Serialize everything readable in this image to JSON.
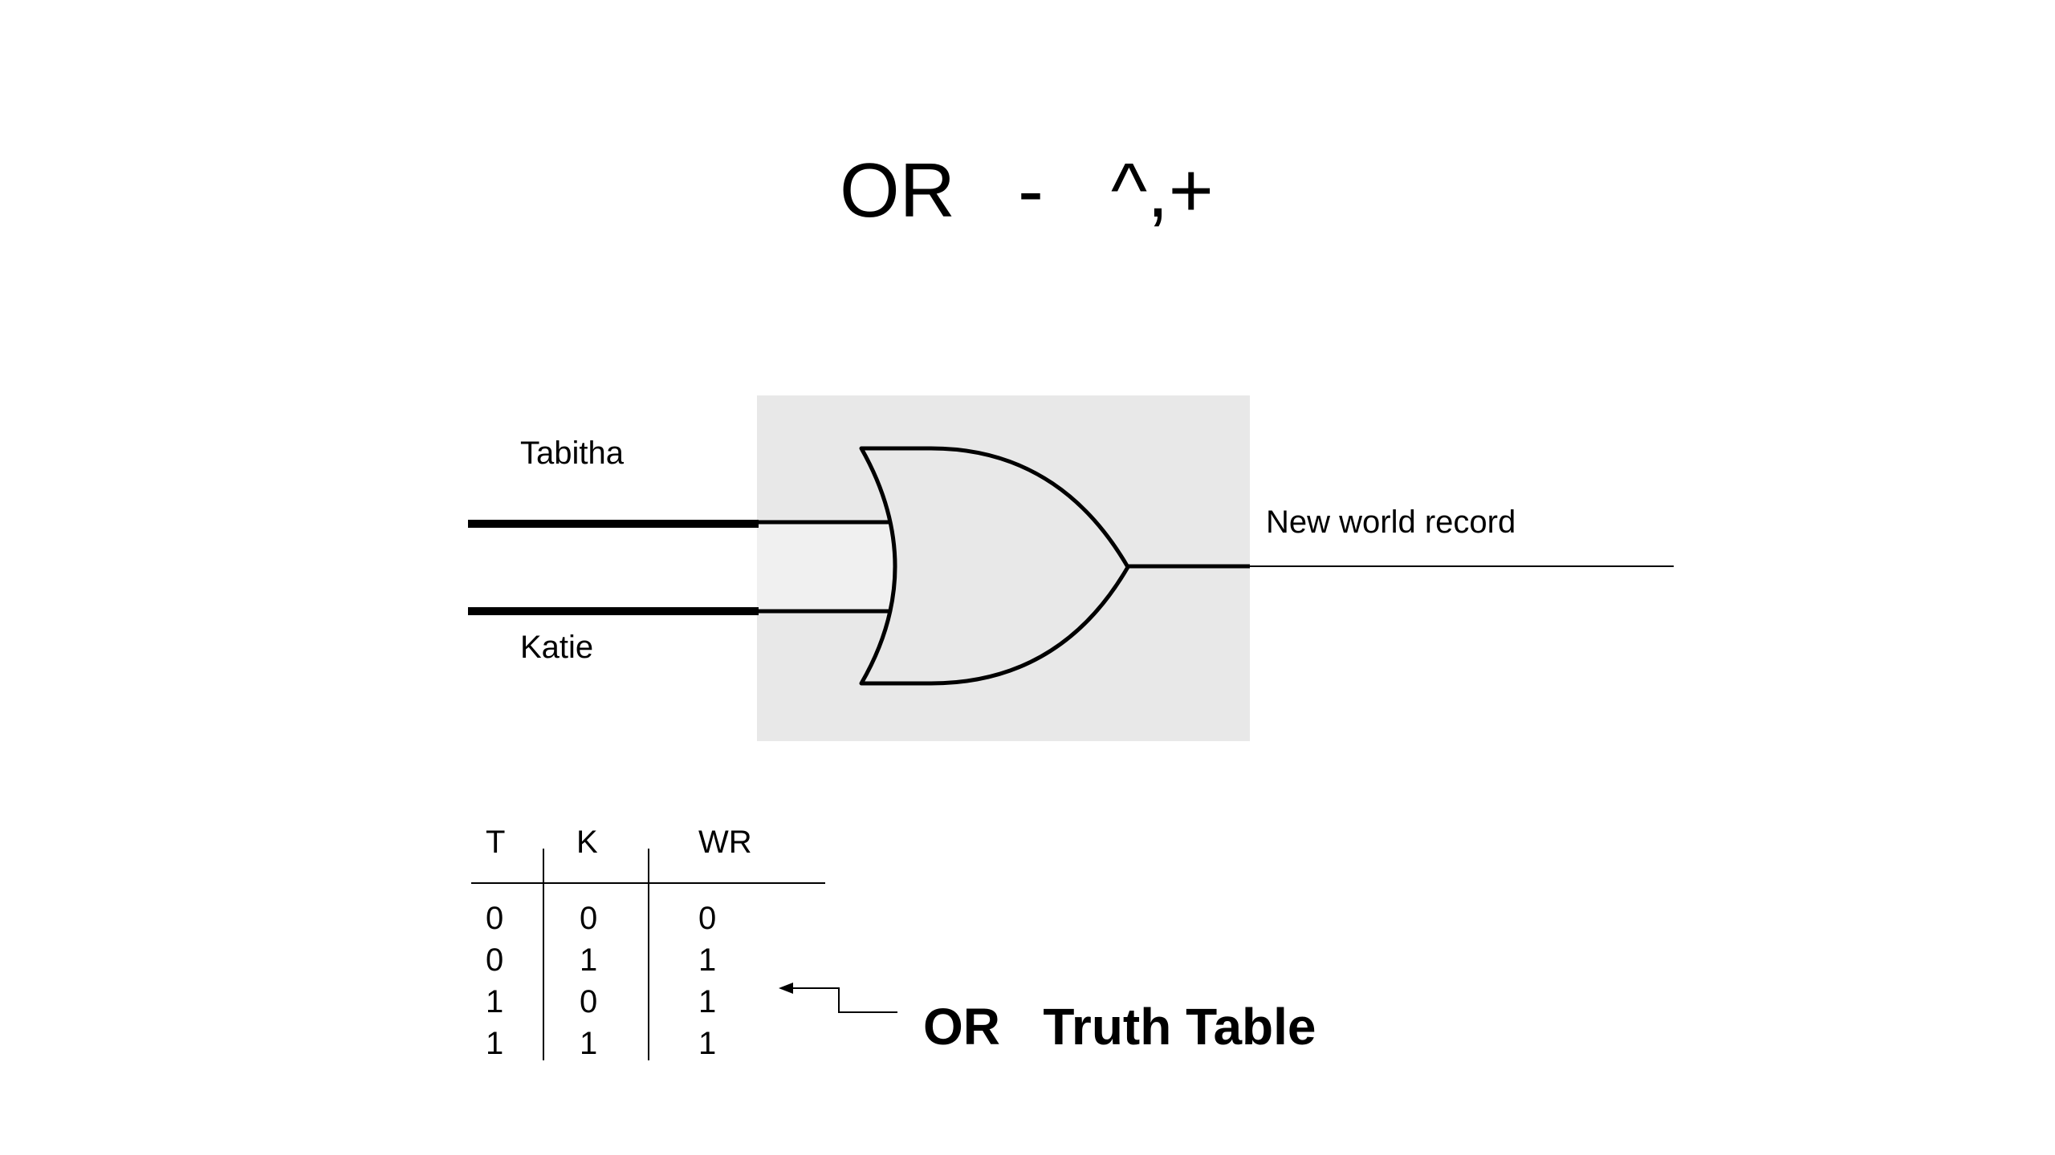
{
  "title": {
    "gate_name": "OR",
    "dash": "-",
    "symbols": "^,+"
  },
  "gate": {
    "input_a_label": "Tabitha",
    "input_b_label": "Katie",
    "output_label": "New world record",
    "panel_color": "#e8e8e8"
  },
  "truth_table": {
    "headers": [
      "T",
      "K",
      "WR"
    ],
    "rows": [
      [
        "0",
        "0",
        "0"
      ],
      [
        "0",
        "1",
        "1"
      ],
      [
        "1",
        "0",
        "1"
      ],
      [
        "1",
        "1",
        "1"
      ]
    ]
  },
  "caption": "OR   Truth Table"
}
